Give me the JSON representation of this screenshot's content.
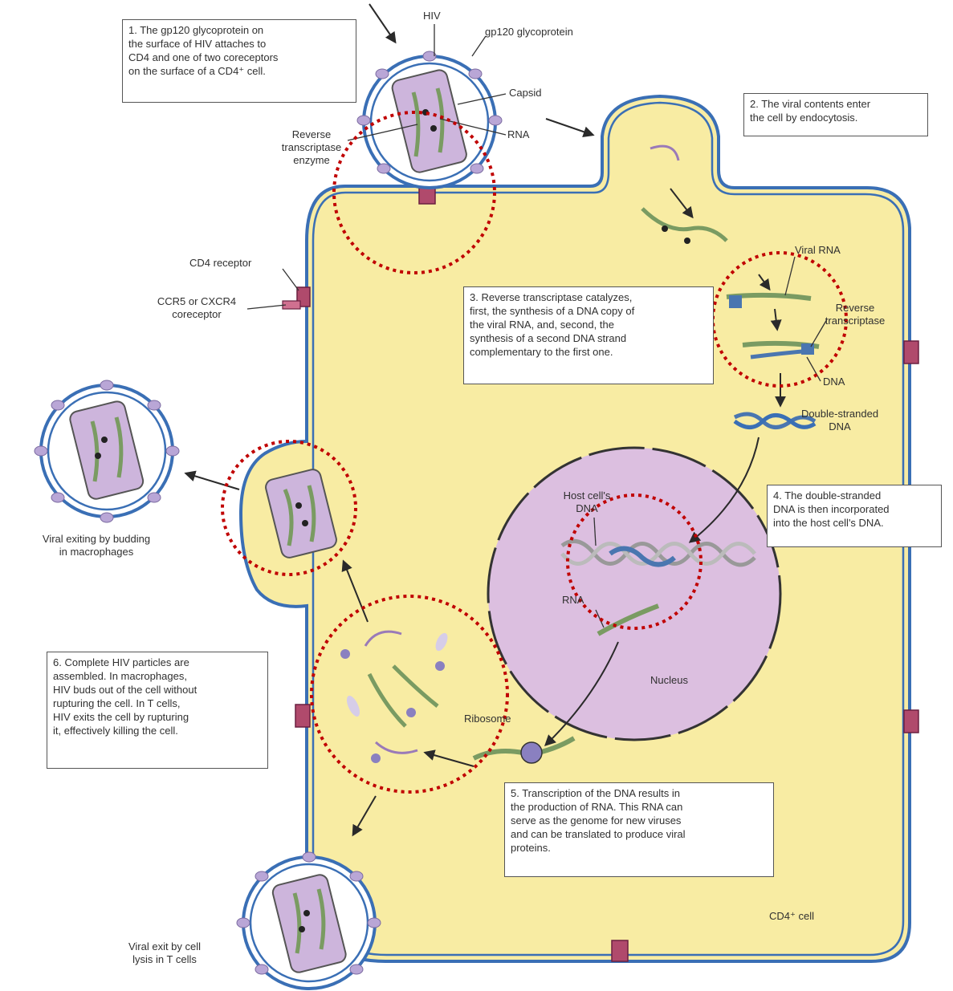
{
  "steps": {
    "step1": "1. The gp120 glycoprotein on\nthe surface of HIV attaches to\nCD4 and one of two coreceptors\non the surface of a CD4⁺ cell.",
    "step2": "2. The viral contents enter\nthe cell by endocytosis.",
    "step3": "3. Reverse transcriptase catalyzes,\nfirst, the synthesis of a DNA copy of\nthe viral RNA, and, second, the\nsynthesis of a second DNA strand\ncomplementary to the first one.",
    "step4": "4. The double-stranded\nDNA is then incorporated\ninto the host cell's DNA.",
    "step5": "5. Transcription of the DNA results in\nthe production of RNA. This RNA can\nserve as the genome for new viruses\nand can be translated to produce viral\nproteins.",
    "step6": "6. Complete HIV particles are\nassembled. In macrophages,\nHIV buds out of the cell without\nrupturing the cell. In T cells,\nHIV exits the cell by rupturing\nit, effectively killing the cell."
  },
  "labels": {
    "hiv": "HIV",
    "gp120": "gp120 glycoprotein",
    "capsid": "Capsid",
    "rna_virion": "RNA",
    "reverse_transcriptase_enzyme": "Reverse\ntranscriptase\nenzyme",
    "cd4_receptor": "CD4 receptor",
    "coreceptor": "CCR5 or CXCR4\ncoreceptor",
    "viral_rna": "Viral RNA",
    "reverse_transcriptase": "Reverse\ntranscriptase",
    "dna": "DNA",
    "double_stranded_dna": "Double-stranded\nDNA",
    "host_cell_dna": "Host cell's\nDNA",
    "rna_nucleus": "RNA",
    "nucleus": "Nucleus",
    "ribosome": "Ribosome",
    "budding": "Viral exiting by budding\nin macrophages",
    "lysis": "Viral exit by cell\nlysis in T cells",
    "cd4_cell": "CD4⁺ cell"
  },
  "colors": {
    "cytoplasm": "#f8eca3",
    "membrane": "#3a6fb5",
    "nucleus": "#dcbfe0",
    "capsid": "#cdb5dc",
    "rna": "#7a9b62",
    "dna_viral": "#4a76b0",
    "highlight": "#c00000",
    "receptor": "#b04a6c"
  }
}
